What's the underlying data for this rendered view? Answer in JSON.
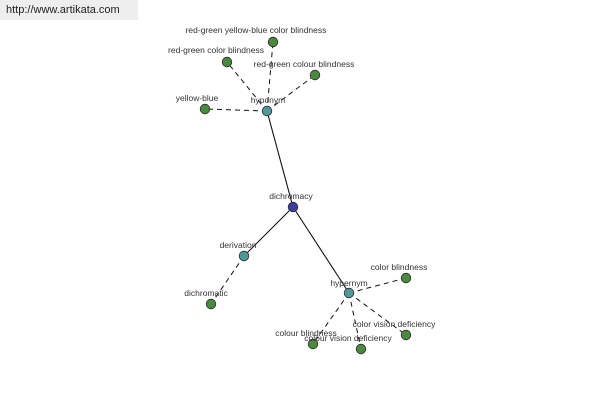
{
  "source": {
    "url_text": "http://www.artikata.com"
  },
  "colors": {
    "center_node": "#3a3f9e",
    "relation_node": "#4e9a9a",
    "term_node": "#4a8a3e",
    "node_stroke": "#2a2a2a",
    "edge": "#111111",
    "label": "#333333"
  },
  "graph": {
    "center": {
      "id": "center",
      "label": "dichromacy",
      "kind": "center"
    },
    "relations": [
      {
        "id": "hyponym",
        "label": "hyponym",
        "kind": "relation"
      },
      {
        "id": "derivation",
        "label": "derivation",
        "kind": "relation"
      },
      {
        "id": "hypernym",
        "label": "hypernym",
        "kind": "relation"
      }
    ],
    "terms": [
      {
        "id": "t1",
        "label": "red-green yellow-blue color blindness",
        "kind": "term",
        "relation": "hyponym"
      },
      {
        "id": "t2",
        "label": "red-green color blindness",
        "kind": "term",
        "relation": "hyponym"
      },
      {
        "id": "t3",
        "label": "red-green colour blindness",
        "kind": "term",
        "relation": "hyponym"
      },
      {
        "id": "t4",
        "label": "yellow-blue",
        "kind": "term",
        "relation": "hyponym"
      },
      {
        "id": "t5",
        "label": "dichromatic",
        "kind": "term",
        "relation": "derivation"
      },
      {
        "id": "t6",
        "label": "color blindness",
        "kind": "term",
        "relation": "hypernym"
      },
      {
        "id": "t7",
        "label": "color vision deficiency",
        "kind": "term",
        "relation": "hypernym"
      },
      {
        "id": "t8",
        "label": "colour blindness",
        "kind": "term",
        "relation": "hypernym"
      },
      {
        "id": "t9",
        "label": "colour vision deficiency",
        "kind": "term",
        "relation": "hypernym"
      }
    ],
    "solid_edges": [
      [
        "center",
        "hyponym"
      ],
      [
        "center",
        "derivation"
      ],
      [
        "center",
        "hypernym"
      ]
    ],
    "dashed_edges": [
      [
        "hyponym",
        "t1"
      ],
      [
        "hyponym",
        "t2"
      ],
      [
        "hyponym",
        "t3"
      ],
      [
        "hyponym",
        "t4"
      ],
      [
        "derivation",
        "t5"
      ],
      [
        "hypernym",
        "t6"
      ],
      [
        "hypernym",
        "t7"
      ],
      [
        "hypernym",
        "t8"
      ],
      [
        "hypernym",
        "t9"
      ]
    ]
  }
}
